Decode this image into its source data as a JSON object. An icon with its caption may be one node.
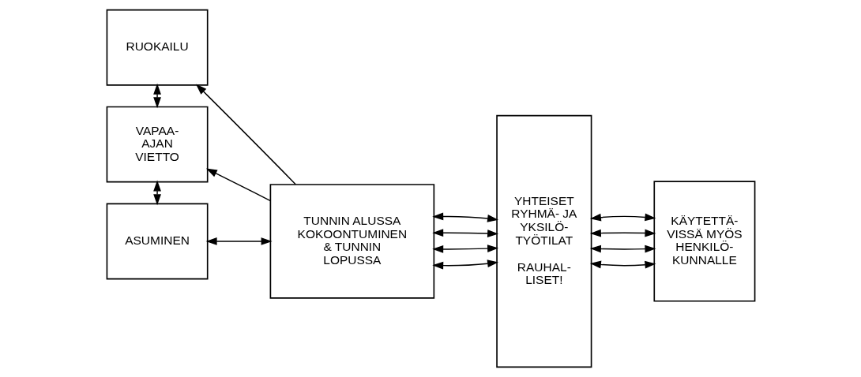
{
  "diagram": {
    "nodes": [
      {
        "text": [
          "RUOKAILU"
        ]
      },
      {
        "text": [
          "VAPAA- AJAN VIETTO"
        ]
      },
      {
        "text": [
          "ASUMINEN"
        ]
      },
      {
        "text": [
          "TUNNIN ALUSSA KOKOONTUMINEN & TUNNIN LOPUSSA"
        ]
      },
      {
        "text": [
          "YHTEISET RYHMÄ- JA YKSILÖ- TYÖTILAT",
          "RAUHAL- LISET!"
        ]
      },
      {
        "text": [
          "KÄYTETTÄ- VISSÄ MYÖS HENKILÖ- KUNNALLE"
        ]
      }
    ],
    "edges": [
      {
        "from": 0,
        "to": 1,
        "arrow": "both"
      },
      {
        "from": 1,
        "to": 2,
        "arrow": "both"
      },
      {
        "from": 3,
        "to": 0,
        "arrow": "to"
      },
      {
        "from": 3,
        "to": 1,
        "arrow": "to"
      },
      {
        "from": 2,
        "to": 3,
        "arrow": "both"
      },
      {
        "from": 3,
        "to": 4,
        "arrow": "both"
      },
      {
        "from": 3,
        "to": 4,
        "arrow": "both"
      },
      {
        "from": 3,
        "to": 4,
        "arrow": "both"
      },
      {
        "from": 3,
        "to": 4,
        "arrow": "both"
      },
      {
        "from": 4,
        "to": 5,
        "arrow": "both"
      },
      {
        "from": 4,
        "to": 5,
        "arrow": "both"
      },
      {
        "from": 4,
        "to": 5,
        "arrow": "both"
      },
      {
        "from": 4,
        "to": 5,
        "arrow": "both"
      }
    ]
  }
}
